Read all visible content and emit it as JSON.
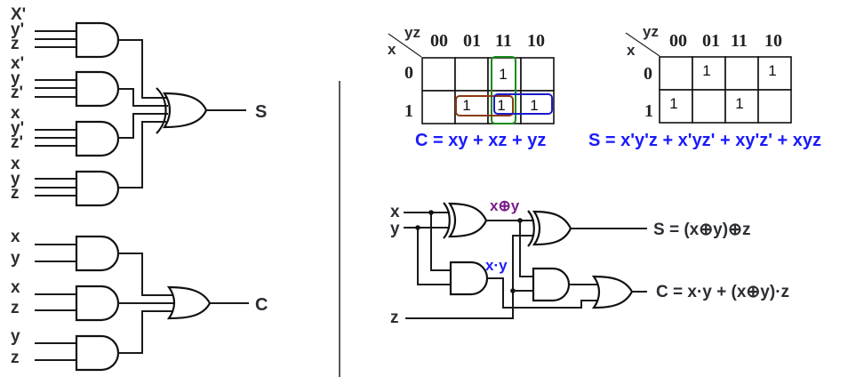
{
  "left_sum_circuit": {
    "inputs": [
      [
        "X'",
        "y'",
        "z"
      ],
      [
        "x'",
        "y",
        "z'"
      ],
      [
        "x",
        "y'",
        "z'"
      ],
      [
        "x",
        "y",
        "z"
      ]
    ],
    "output_label": "S",
    "gate_types": {
      "terms": "AND",
      "combine": "XOR"
    }
  },
  "left_carry_circuit": {
    "inputs": [
      [
        "x",
        "y"
      ],
      [
        "x",
        "z"
      ],
      [
        "y",
        "z"
      ]
    ],
    "output_label": "C",
    "gate_types": {
      "terms": "AND",
      "combine": "OR"
    }
  },
  "kmap_carry": {
    "corner_col_var": "yz",
    "corner_row_var": "x",
    "col_headers": [
      "00",
      "01",
      "11",
      "10"
    ],
    "row_headers": [
      "0",
      "1"
    ],
    "cells": [
      [
        "",
        "",
        "1",
        ""
      ],
      [
        "",
        "1",
        "1",
        "1"
      ]
    ],
    "groups": [
      {
        "name": "yz",
        "color": "#1a8a1a"
      },
      {
        "name": "xz",
        "color": "#8b3a0f"
      },
      {
        "name": "xy",
        "color": "#1a1acc"
      }
    ],
    "equation": "C = xy + xz + yz"
  },
  "kmap_sum": {
    "corner_col_var": "yz",
    "corner_row_var": "x",
    "col_headers": [
      "00",
      "01",
      "11",
      "10"
    ],
    "row_headers": [
      "0",
      "1"
    ],
    "cells": [
      [
        "",
        "1",
        "",
        "1"
      ],
      [
        "1",
        "",
        "1",
        ""
      ]
    ],
    "equation": "S = x'y'z + x'yz' + xy'z' + xyz"
  },
  "full_adder": {
    "inputs": [
      "x",
      "y",
      "z"
    ],
    "xor_label": "x⊕y",
    "and_label": "x·y",
    "sum_output": "S = (x⊕y)⊕z",
    "carry_output": "C = x·y + (x⊕y)·z",
    "colors": {
      "xor_label": "#7a1a8a",
      "and_label": "#1a1aff"
    }
  }
}
